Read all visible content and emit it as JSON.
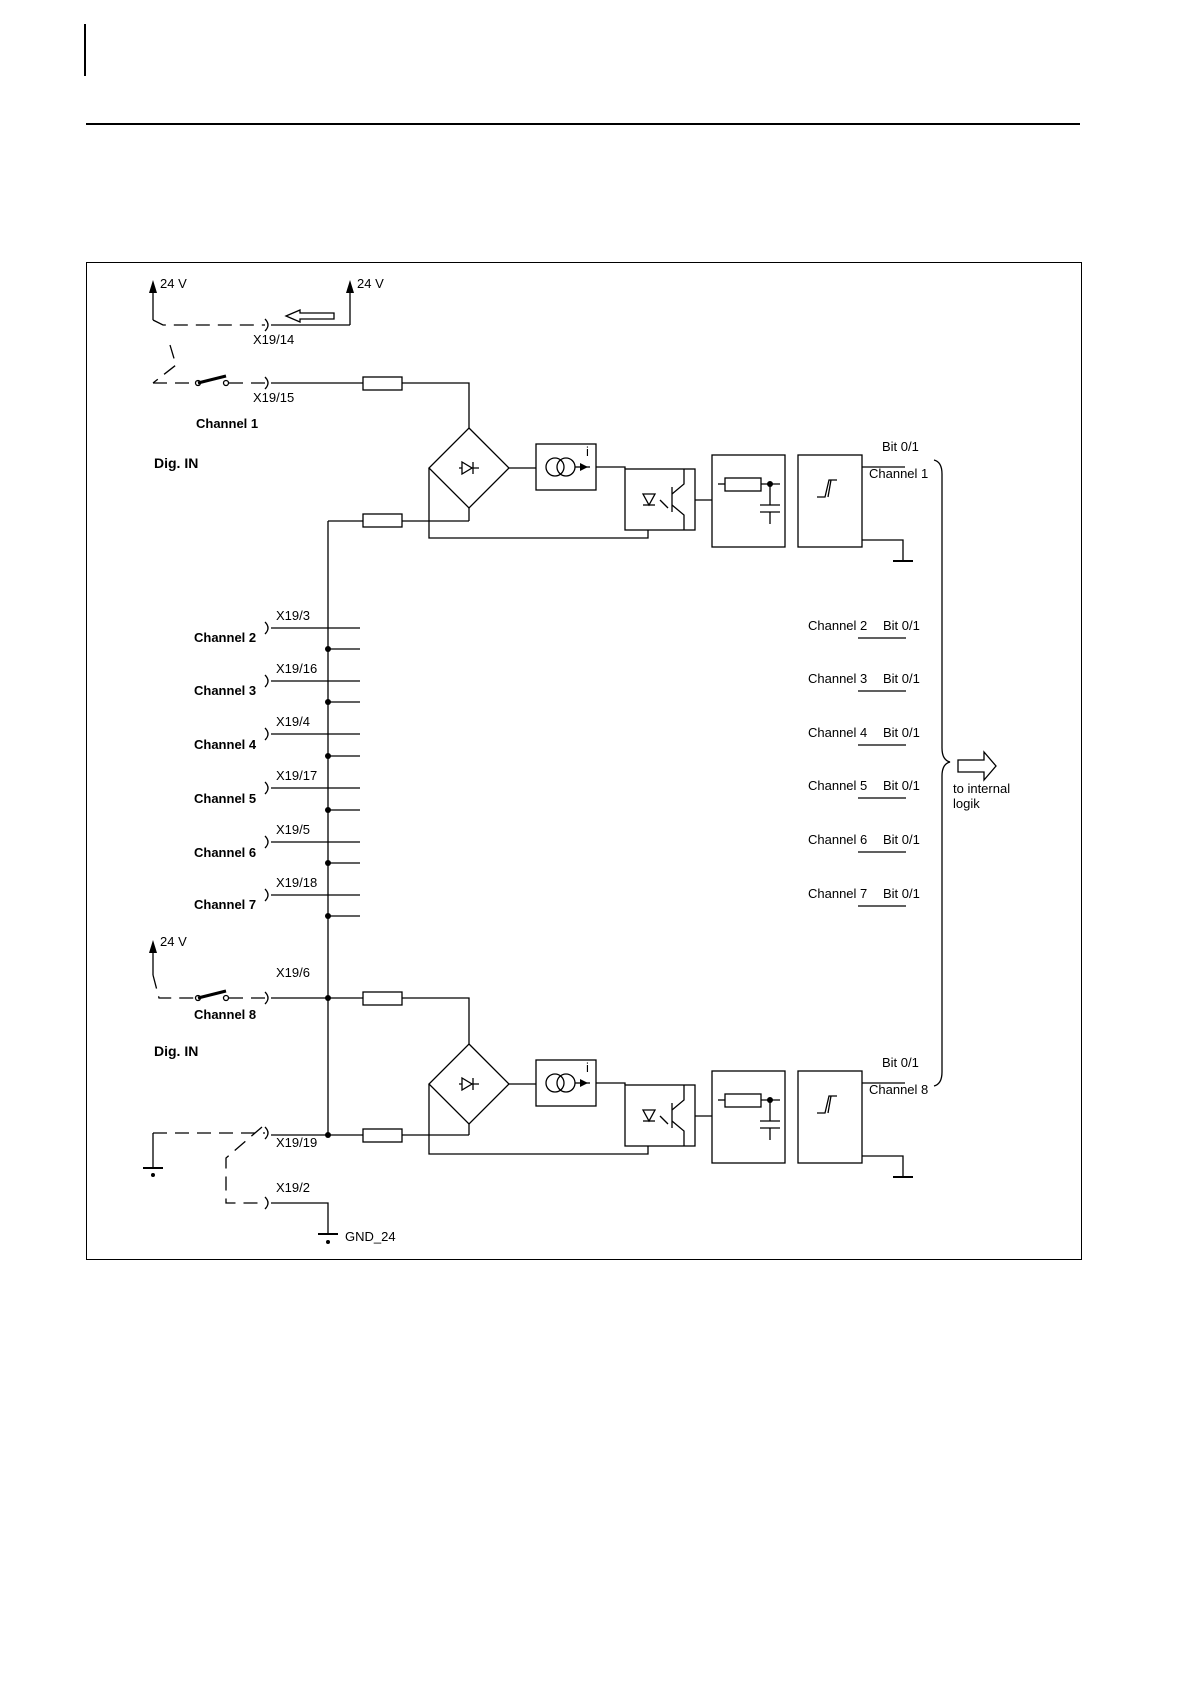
{
  "supply": {
    "v24_a": "24 V",
    "v24_b": "24 V",
    "v24_c": "24 V",
    "gnd": "GND_24"
  },
  "terminals": {
    "x19_14": "X19/14",
    "x19_15": "X19/15",
    "x19_3": "X19/3",
    "x19_16": "X19/16",
    "x19_4": "X19/4",
    "x19_17": "X19/17",
    "x19_5": "X19/5",
    "x19_18": "X19/18",
    "x19_6": "X19/6",
    "x19_19": "X19/19",
    "x19_2": "X19/2"
  },
  "inputs": {
    "dig_in_1": "Dig. IN",
    "dig_in_2": "Dig. IN",
    "channels": [
      "Channel 1",
      "Channel 2",
      "Channel 3",
      "Channel 4",
      "Channel 5",
      "Channel 6",
      "Channel 7",
      "Channel 8"
    ]
  },
  "outputs": {
    "bit": "Bit 0/1",
    "out_ch1": "Channel 1",
    "out_ch8": "Channel 8",
    "rows": [
      {
        "channel": "Channel 2",
        "bit": "Bit 0/1"
      },
      {
        "channel": "Channel 3",
        "bit": "Bit 0/1"
      },
      {
        "channel": "Channel 4",
        "bit": "Bit 0/1"
      },
      {
        "channel": "Channel 5",
        "bit": "Bit 0/1"
      },
      {
        "channel": "Channel 6",
        "bit": "Bit 0/1"
      },
      {
        "channel": "Channel 7",
        "bit": "Bit 0/1"
      }
    ],
    "target_line1": "to internal",
    "target_line2": "logik"
  },
  "stage_labels": {
    "current_source": "i"
  }
}
